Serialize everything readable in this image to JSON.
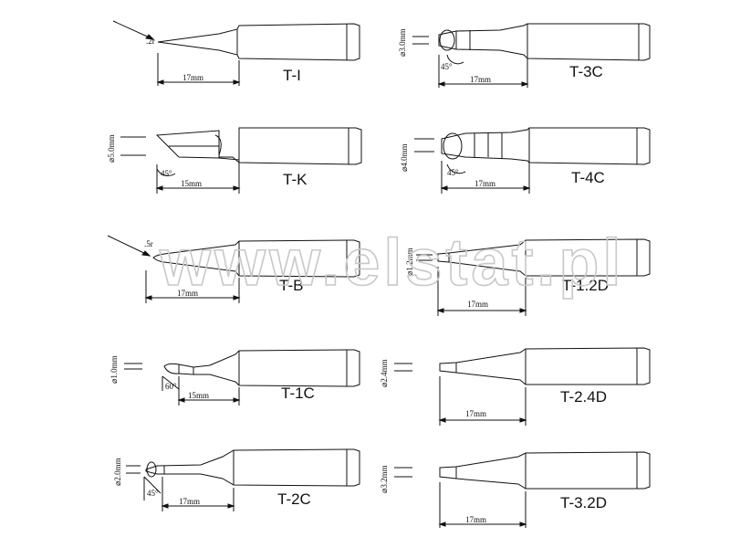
{
  "watermark": "www.elstat.pl",
  "tips": [
    {
      "name": "T-I",
      "length_label": "17mm",
      "tip_label": ".2r"
    },
    {
      "name": "T-3C",
      "length_label": "17mm",
      "diameter_label": "⌀3.0mm",
      "angle_label": "45°"
    },
    {
      "name": "T-K",
      "length_label": "15mm",
      "diameter_label": "⌀5.0mm",
      "angle_label": "45°"
    },
    {
      "name": "T-4C",
      "length_label": "17mm",
      "diameter_label": "⌀4.0mm",
      "angle_label": "45°"
    },
    {
      "name": "T-B",
      "length_label": "17mm",
      "tip_label": ".5r"
    },
    {
      "name": "T-1.2D",
      "length_label": "17mm",
      "diameter_label": "⌀1.2mm"
    },
    {
      "name": "T-1C",
      "length_label": "15mm",
      "diameter_label": "⌀1.0mm",
      "angle_label": "60°"
    },
    {
      "name": "T-2.4D",
      "length_label": "17mm",
      "diameter_label": "⌀2.4mm"
    },
    {
      "name": "T-2C",
      "length_label": "17mm",
      "diameter_label": "⌀2.0mm",
      "angle_label": "45°"
    },
    {
      "name": "T-3.2D",
      "length_label": "17mm",
      "diameter_label": "⌀3.2mm"
    }
  ]
}
